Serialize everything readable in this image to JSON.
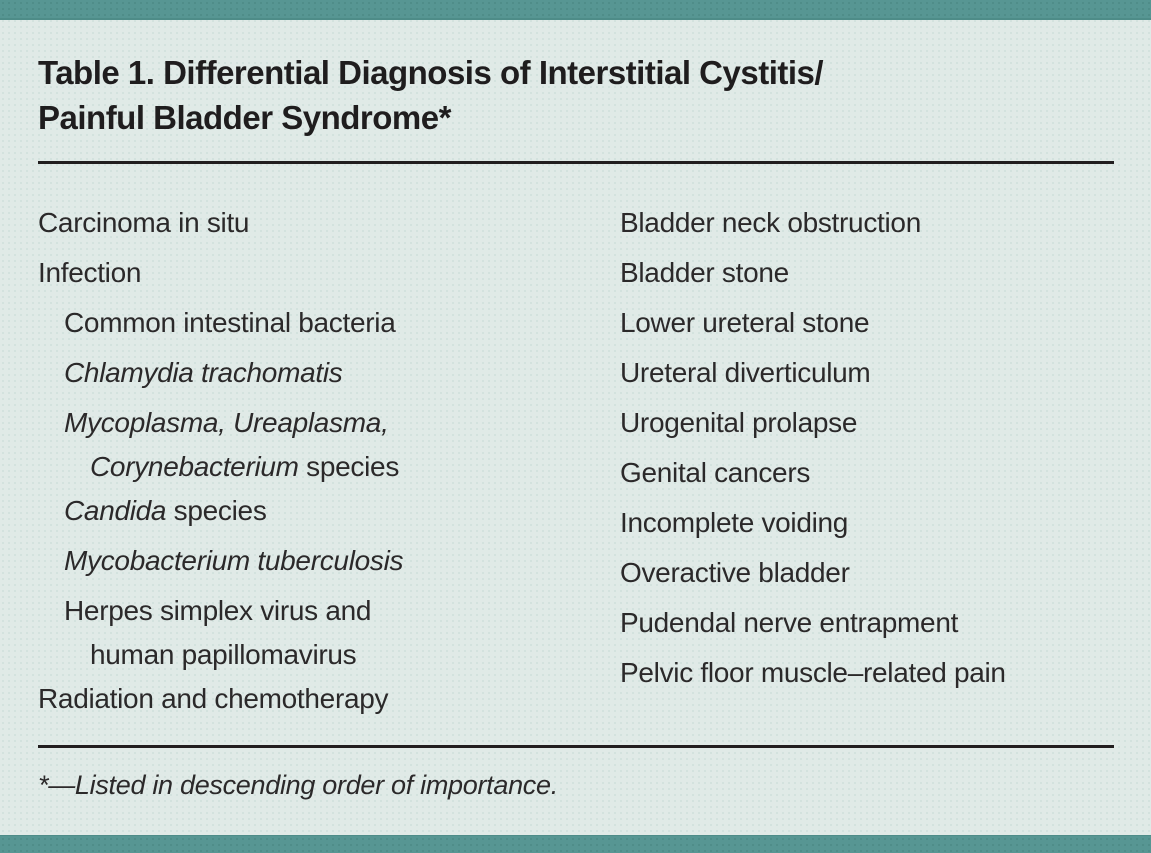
{
  "title": {
    "line1": "Table 1. Differential Diagnosis of Interstitial Cystitis/",
    "line2": "Painful Bladder Syndrome*"
  },
  "columns": {
    "left": [
      {
        "indent": 0,
        "wrap": false,
        "segments": [
          {
            "text": "Carcinoma in situ",
            "italic": false
          }
        ]
      },
      {
        "indent": 0,
        "wrap": false,
        "segments": [
          {
            "text": "Infection",
            "italic": false
          }
        ]
      },
      {
        "indent": 1,
        "wrap": false,
        "segments": [
          {
            "text": "Common intestinal bacteria",
            "italic": false
          }
        ]
      },
      {
        "indent": 1,
        "wrap": false,
        "segments": [
          {
            "text": "Chlamydia trachomatis",
            "italic": true
          }
        ]
      },
      {
        "indent": 1,
        "wrap": false,
        "segments": [
          {
            "text": "Mycoplasma, Ureaplasma,",
            "italic": true
          }
        ]
      },
      {
        "indent": 2,
        "wrap": true,
        "segments": [
          {
            "text": "Corynebacterium",
            "italic": true
          },
          {
            "text": " species",
            "italic": false
          }
        ]
      },
      {
        "indent": 1,
        "wrap": false,
        "segments": [
          {
            "text": "Candida",
            "italic": true
          },
          {
            "text": " species",
            "italic": false
          }
        ]
      },
      {
        "indent": 1,
        "wrap": false,
        "segments": [
          {
            "text": "Mycobacterium tuberculosis",
            "italic": true
          }
        ]
      },
      {
        "indent": 1,
        "wrap": false,
        "segments": [
          {
            "text": "Herpes simplex virus and",
            "italic": false
          }
        ]
      },
      {
        "indent": 2,
        "wrap": true,
        "segments": [
          {
            "text": "human papillomavirus",
            "italic": false
          }
        ]
      },
      {
        "indent": 0,
        "wrap": false,
        "segments": [
          {
            "text": "Radiation and chemotherapy",
            "italic": false
          }
        ]
      }
    ],
    "right": [
      {
        "indent": 0,
        "wrap": false,
        "segments": [
          {
            "text": "Bladder neck obstruction",
            "italic": false
          }
        ]
      },
      {
        "indent": 0,
        "wrap": false,
        "segments": [
          {
            "text": "Bladder stone",
            "italic": false
          }
        ]
      },
      {
        "indent": 0,
        "wrap": false,
        "segments": [
          {
            "text": "Lower ureteral stone",
            "italic": false
          }
        ]
      },
      {
        "indent": 0,
        "wrap": false,
        "segments": [
          {
            "text": "Ureteral diverticulum",
            "italic": false
          }
        ]
      },
      {
        "indent": 0,
        "wrap": false,
        "segments": [
          {
            "text": "Urogenital prolapse",
            "italic": false
          }
        ]
      },
      {
        "indent": 0,
        "wrap": false,
        "segments": [
          {
            "text": "Genital cancers",
            "italic": false
          }
        ]
      },
      {
        "indent": 0,
        "wrap": false,
        "segments": [
          {
            "text": "Incomplete voiding",
            "italic": false
          }
        ]
      },
      {
        "indent": 0,
        "wrap": false,
        "segments": [
          {
            "text": "Overactive bladder",
            "italic": false
          }
        ]
      },
      {
        "indent": 0,
        "wrap": false,
        "segments": [
          {
            "text": "Pudendal nerve entrapment",
            "italic": false
          }
        ]
      },
      {
        "indent": 0,
        "wrap": false,
        "segments": [
          {
            "text": "Pelvic floor muscle–related pain",
            "italic": false
          }
        ]
      }
    ]
  },
  "footnote": "*—Listed in descending order of importance.",
  "colors": {
    "accent_teal": "#579693",
    "background_mint": "#e0eae7",
    "text_dark": "#2b292a",
    "rule_dark": "#211e1f"
  }
}
